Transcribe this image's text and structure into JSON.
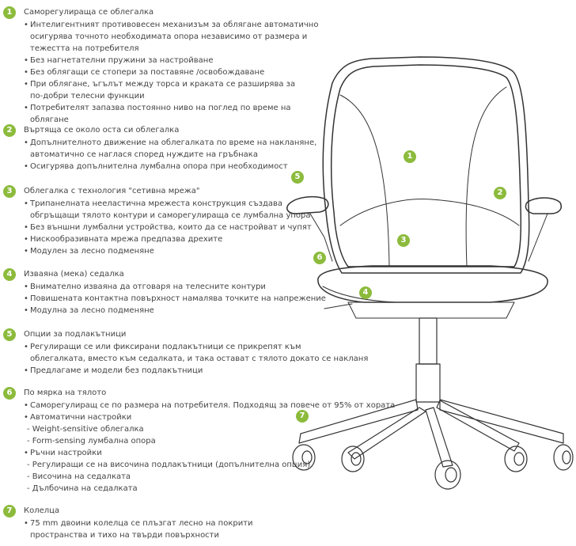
{
  "colors": {
    "accent": "#8cbb3c",
    "text": "#444444",
    "line": "#333333"
  },
  "sections": [
    {
      "num": "1",
      "title": "Саморегулираща се облегалка",
      "items": [
        {
          "t": "b",
          "text": "Интелигентният противовесен механизъм за облягане автоматично"
        },
        {
          "t": "c",
          "text": "осигурява точното необходимата опора независимо от размера и"
        },
        {
          "t": "c",
          "text": "тежестта на потребителя"
        },
        {
          "t": "b",
          "text": "Без нагнетателни пружини за настройване"
        },
        {
          "t": "b",
          "text": "Без облягащи се стопери за поставяне /освобождаване"
        },
        {
          "t": "b",
          "text": "При облягане, ъгълът между торса и краката се разширява за"
        },
        {
          "t": "c",
          "text": "по-добри телесни функции"
        },
        {
          "t": "b",
          "text": "Потребителят запазва  постоянно ниво на поглед по време на"
        },
        {
          "t": "c",
          "text": "облягане"
        }
      ]
    },
    {
      "num": "2",
      "title": "Въртяща се около оста си облегалка",
      "items": [
        {
          "t": "b",
          "text": "Допълнителното движение на облегалката по време на накланяне,"
        },
        {
          "t": "c",
          "text": "автоматично се наглася според нуждите на гръбнака"
        },
        {
          "t": "b",
          "text": "Осигурява допълнителна лумбална опора при необходимост"
        }
      ]
    },
    {
      "num": "3",
      "title": "Облегалка с технология \"сетивна мрежа\"",
      "items": [
        {
          "t": "b",
          "text": "Трипанелната нееластична мрежеста конструкция създава"
        },
        {
          "t": "c",
          "text": "обгръщащи тялото контури и саморегулираща се лумбална упора"
        },
        {
          "t": "b",
          "text": "Без външни лумбални устройства, които да се настройват и чупят"
        },
        {
          "t": "b",
          "text": "Нискообразивната мрежа предпазва дрехите"
        },
        {
          "t": "b",
          "text": "Модулен за лесно подменяне"
        }
      ]
    },
    {
      "num": "4",
      "title": "Изваяна (мека) седалка",
      "items": [
        {
          "t": "b",
          "text": "Внимателно изваяна да отговаря на телесните контури"
        },
        {
          "t": "b",
          "text": "Повишената контактна повърхност намалява точките на напрежение"
        },
        {
          "t": "b",
          "text": "Модулна за лесно подменяне"
        }
      ]
    },
    {
      "num": "5",
      "title": "Опции за подлакътници",
      "items": [
        {
          "t": "b",
          "text": "Регулиращи се или фиксирани подлакътници се прикрепят към"
        },
        {
          "t": "c",
          "text": "облегалката, вместо към седалката, и така остават с тялото докато се накланя"
        },
        {
          "t": "b",
          "text": "Предлагаме и модели без подлакътници"
        }
      ]
    },
    {
      "num": "6",
      "title": "По мярка на тялото",
      "items": [
        {
          "t": "b",
          "text": "Саморегулиращ се по размера на потребителя. Подходящ за повече от 95% от хората"
        },
        {
          "t": "b",
          "text": "Автоматични настройки"
        },
        {
          "t": "s",
          "text": "- Weight-sensitive облегалка"
        },
        {
          "t": "s",
          "text": "- Form-sensing лумбална опора"
        },
        {
          "t": "b",
          "text": "Ръчни настройки"
        },
        {
          "t": "s",
          "text": "- Регулиращи се на височина подлакътници (допълнителна опция)"
        },
        {
          "t": "s",
          "text": "- Височина на седалката"
        },
        {
          "t": "s",
          "text": "- Дълбочина на седалката"
        }
      ]
    },
    {
      "num": "7",
      "title": "Колелца",
      "items": [
        {
          "t": "b",
          "text": "75 mm двоини колелца се плъзгат лесно на покрити"
        },
        {
          "t": "c",
          "text": "пространства и тихо на твърди повърхности"
        }
      ]
    }
  ],
  "markers": [
    {
      "num": "1"
    },
    {
      "num": "2"
    },
    {
      "num": "3"
    },
    {
      "num": "4"
    },
    {
      "num": "5"
    },
    {
      "num": "6"
    },
    {
      "num": "7"
    }
  ]
}
